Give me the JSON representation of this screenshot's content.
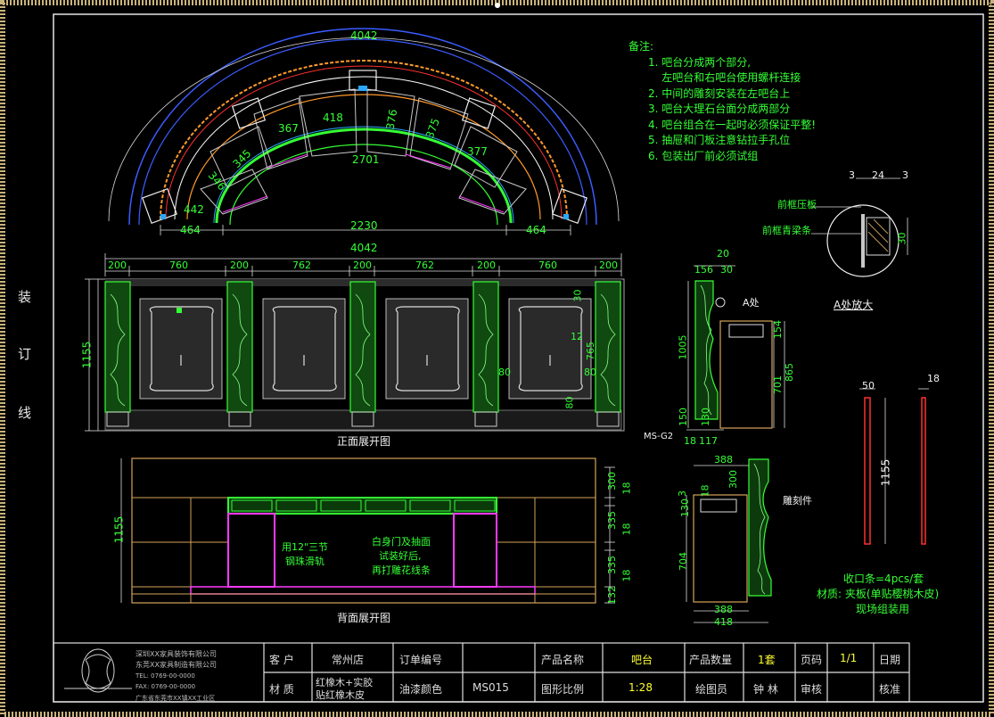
{
  "arc": {
    "top_width": "4042",
    "inner_width": "2701",
    "bottom_width": "2230",
    "left_end": "464",
    "right_end": "464",
    "seg_labels": [
      "442",
      "346",
      "345",
      "367",
      "418",
      "376",
      "375",
      "377"
    ]
  },
  "front": {
    "width": "4042",
    "top_dims": [
      "200",
      "760",
      "200",
      "762",
      "200",
      "762",
      "200",
      "760",
      "200"
    ],
    "height": "1155",
    "small": [
      "30",
      "12",
      "765",
      "80",
      "80",
      "80"
    ],
    "title": "正面展开图"
  },
  "back": {
    "right_dims": [
      "300",
      "18",
      "335",
      "18",
      "335",
      "18",
      "132"
    ],
    "height": "1155",
    "note1": [
      "用12\"三节",
      "钢珠滑轨"
    ],
    "note2": [
      "白身门及抽面",
      "试装好后,",
      "再打雕花线条"
    ],
    "title": "背面展开图"
  },
  "section1": {
    "top": [
      "20",
      "156",
      "30"
    ],
    "left": [
      "1005",
      "150"
    ],
    "right": [
      "154",
      "865",
      "701"
    ],
    "bottom": [
      "18",
      "117"
    ],
    "mid": "130",
    "tag": "MS-G2",
    "note": "A处"
  },
  "section2": {
    "top": "388",
    "left": [
      "18",
      "130",
      "704"
    ],
    "mid": "300",
    "small": "3",
    "bottom": [
      "388",
      "418"
    ],
    "note": "雕刻件"
  },
  "detail": {
    "top": [
      "3",
      "24",
      "3"
    ],
    "note1": "前框压板",
    "note2": "前框青梁条",
    "dim": "30",
    "caption": "A处放大"
  },
  "strips": {
    "left_w": "50",
    "right_w": "18",
    "height": "1155",
    "caption": [
      "收口条=4pcs/套",
      "材质: 夹板(单贴樱桃木皮)",
      "现场组装用"
    ]
  },
  "notes": {
    "title": "备注:",
    "items": [
      "1. 吧台分成两个部分,",
      "    左吧台和右吧台使用螺杆连接",
      "2. 中间的雕刻安装在左吧台上",
      "3. 吧台大理石台面分成两部分",
      "4. 吧台组合在一起时必须保证平整!",
      "5. 抽屉和门板注意钻拉手孔位",
      "6. 包装出厂前必须试组"
    ]
  },
  "side_text": [
    "装",
    "订",
    "线"
  ],
  "title_block": {
    "company": [
      "深圳XX家具装饰有限公司",
      "东莞XX家具制造有限公司",
      "TEL: 0769-00-0000",
      "FAX: 0769-00-0000",
      "广东省东莞市XX镇XX工业区"
    ],
    "customer_label": "客 户",
    "customer": "常州店",
    "order_label": "订单编号",
    "order": "",
    "product_label": "产品名称",
    "product": "吧台",
    "qty_label": "产品数量",
    "qty": "1套",
    "page_label": "页码",
    "page": "1/1",
    "date_label": "日期",
    "date": "",
    "material_label": "材 质",
    "material": [
      "红橡木+实胶",
      "贴红橡木皮"
    ],
    "paint_label": "油漆颜色",
    "paint": "MS015",
    "scale_label": "图形比例",
    "scale": "1:28",
    "drafter_label": "绘图员",
    "drafter": "钟 林",
    "review_label": "审核",
    "review": "",
    "approve_label": "核准",
    "approve": ""
  }
}
